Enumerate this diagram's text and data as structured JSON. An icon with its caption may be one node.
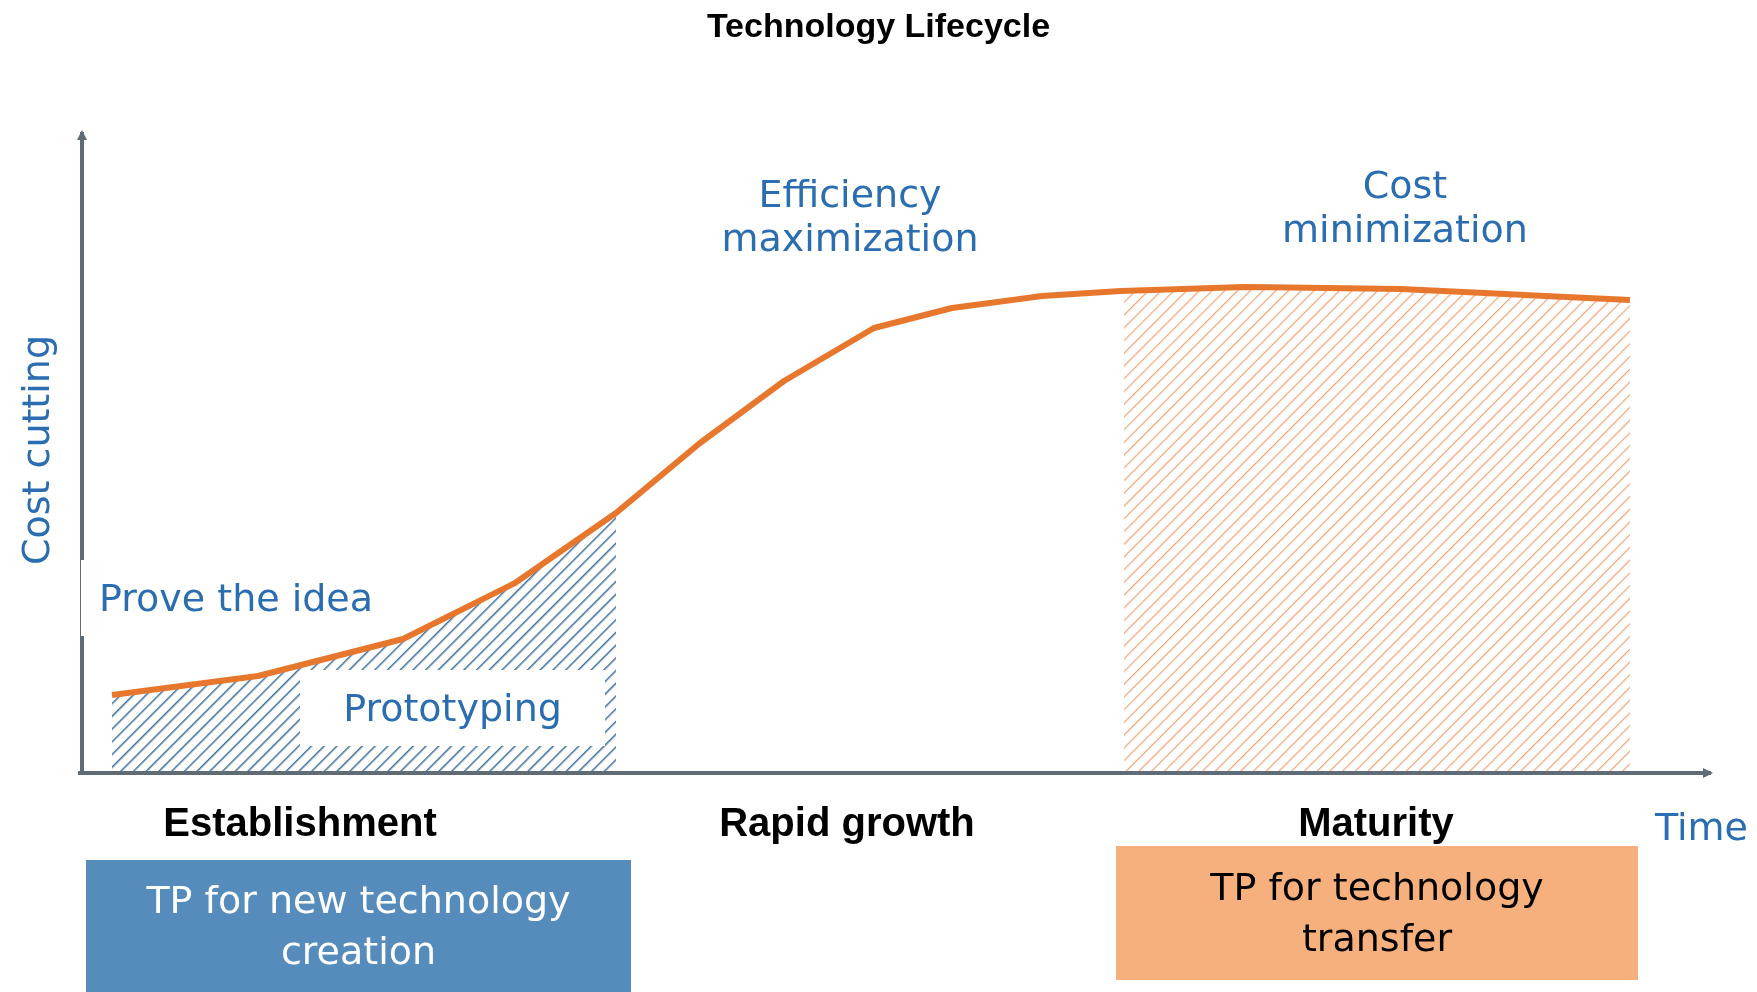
{
  "diagram": {
    "title": "Technology Lifecycle",
    "nodes": [
      {
        "text": [
          "TP for new technology creation"
        ]
      },
      {
        "text": [
          "TP for technology transfer"
        ]
      }
    ],
    "edges": [],
    "labels": [
      "Efficiency maximization",
      "Cost minimization",
      "Cost cutting",
      "Prove the idea",
      "Prototyping",
      "Establishment",
      "Rapid growth",
      "Maturity",
      "Time"
    ]
  }
}
